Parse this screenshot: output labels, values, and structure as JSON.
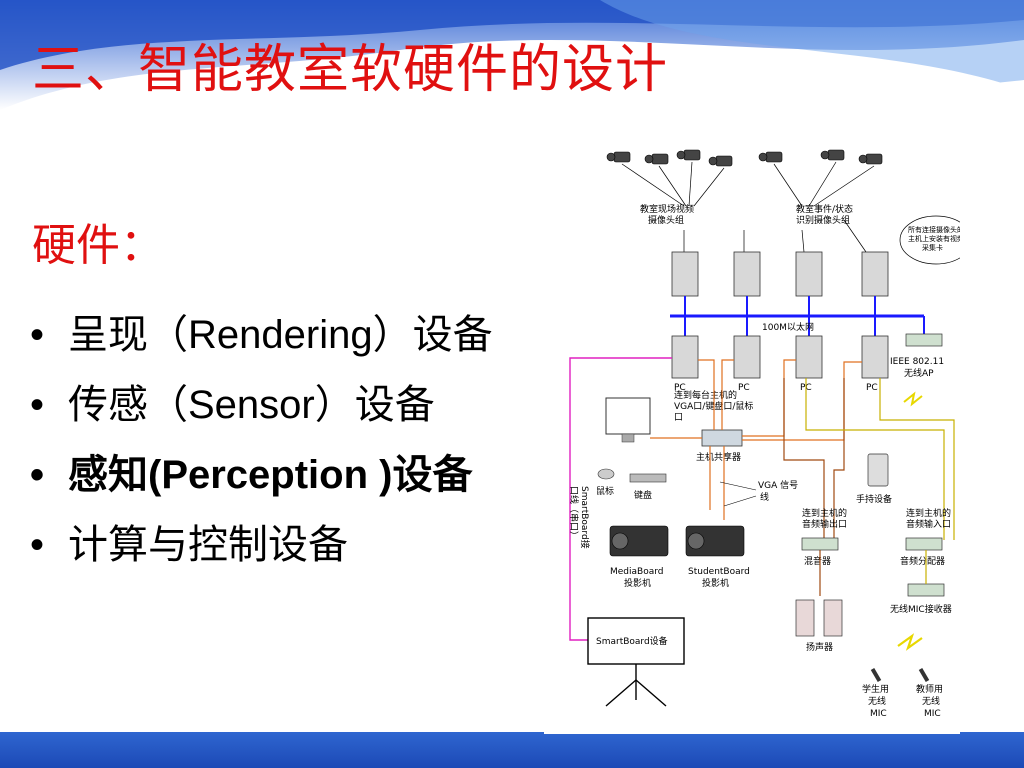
{
  "slide": {
    "title": "三、智能教室软硬件的设计",
    "heading": "硬件：",
    "bullets": [
      "呈现（Rendering）设备",
      "传感（Sensor）设备",
      "感知(Perception )设备",
      "计算与控制设备"
    ]
  },
  "diagram": {
    "labels": {
      "camera_group_1": [
        "教室现场视频",
        "摄像头组"
      ],
      "camera_group_2": [
        "教室事件/状态",
        "识别摄像头组"
      ],
      "capture_note": [
        "所有连接摄像头的",
        "主机上安装有视频",
        "采集卡"
      ],
      "network": "100M以太网",
      "pc": "PC",
      "wireless_ap": [
        "IEEE 802.11",
        "无线AP"
      ],
      "kvm_note": [
        "连到每台主机的",
        "VGA口/键盘口/鼠标",
        "口"
      ],
      "kvm": "主机共享器",
      "mouse": "鼠标",
      "keyboard": "键盘",
      "vga": [
        "VGA 信号",
        "线"
      ],
      "smartboard_cable": [
        "SmartBoard接",
        "口线（串口）"
      ],
      "handheld": "手持设备",
      "audio_out": [
        "连到主机的",
        "音频输出口"
      ],
      "audio_in": [
        "连到主机的",
        "音频输入口"
      ],
      "mixer": "混音器",
      "splitter": "音频分配器",
      "mic_receiver": "无线MIC接收器",
      "projector_1": [
        "MediaBoard",
        "投影机"
      ],
      "projector_2": [
        "StudentBoard",
        "投影机"
      ],
      "speakers": "扬声器",
      "smartboard": "SmartBoard设备",
      "mic_student": [
        "学生用",
        "无线",
        "MIC"
      ],
      "mic_teacher": [
        "教师用",
        "无线",
        "MIC"
      ]
    }
  }
}
